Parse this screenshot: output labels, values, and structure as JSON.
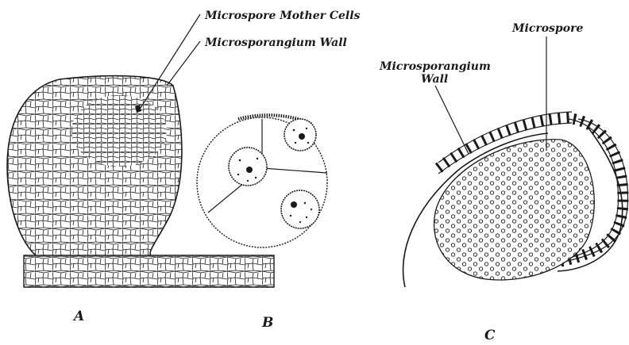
{
  "labels": {
    "microspore_mother_cells": "Microspore Mother Cells",
    "microsporangium_wall": "Microsporangium Wall",
    "microspore": "Microspore",
    "microsporangium_wall_c_line1": "Microsporangium",
    "microsporangium_wall_c_line2": "Wall"
  },
  "panels": {
    "a": "A",
    "b": "B",
    "c": "C"
  },
  "colors": {
    "ink": "#1a1a1a",
    "background": "#ffffff"
  }
}
